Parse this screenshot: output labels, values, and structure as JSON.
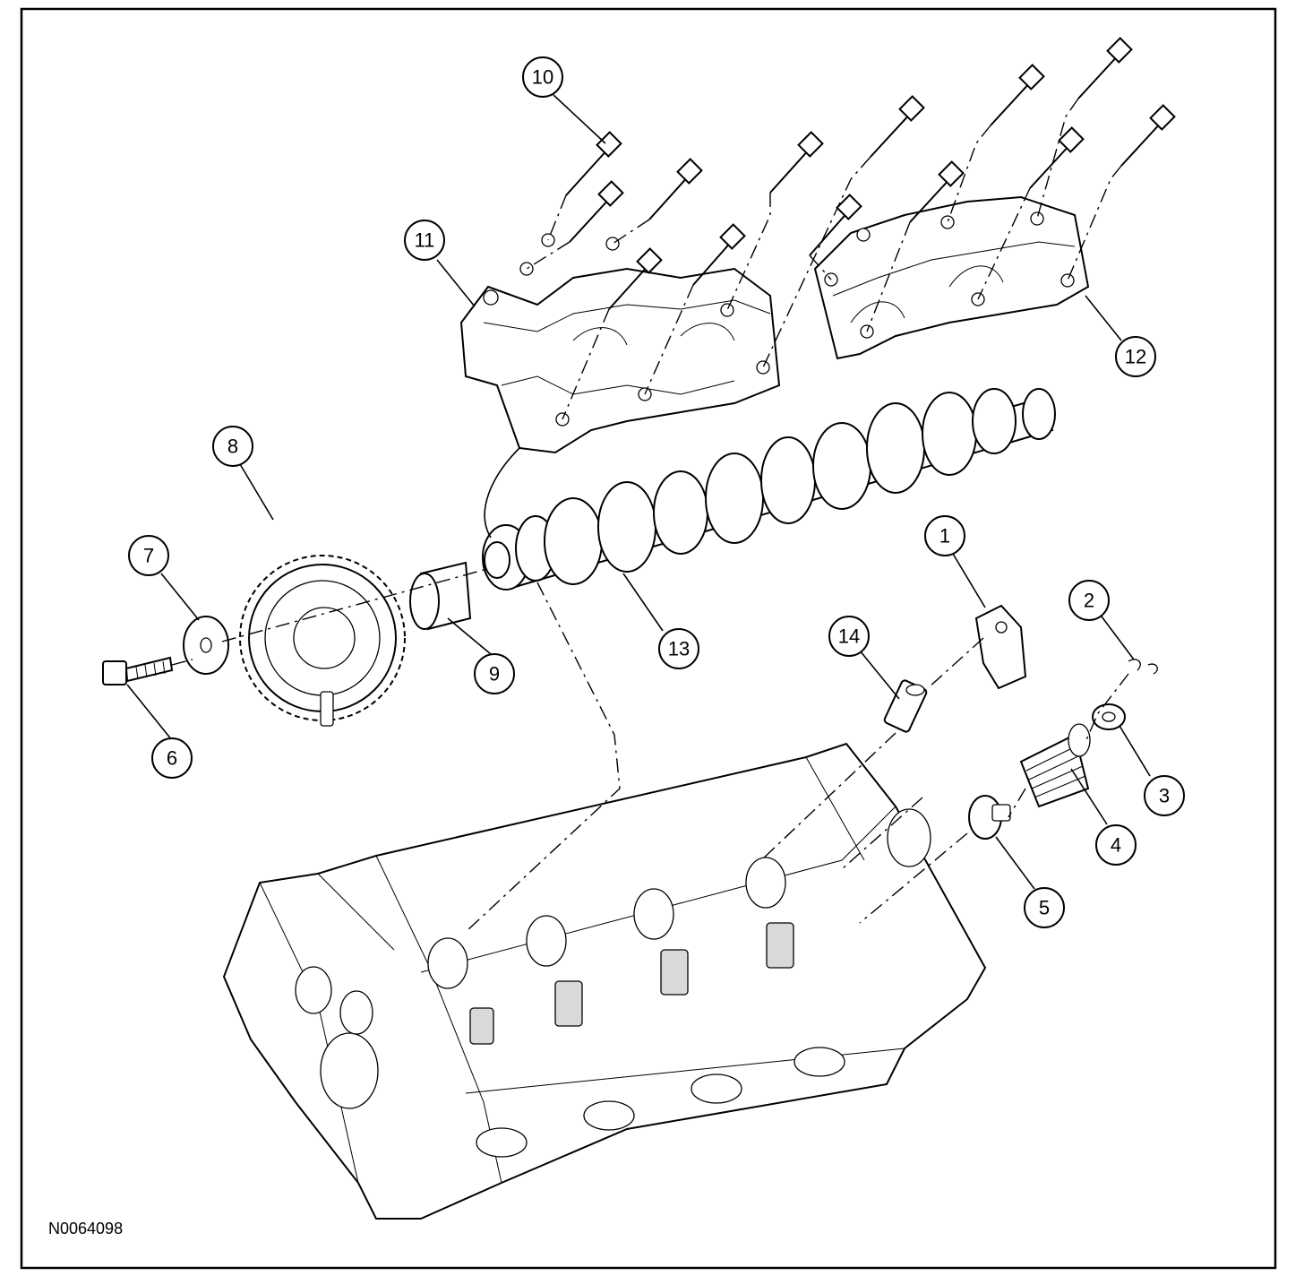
{
  "figure": {
    "id": "N0064098"
  },
  "callouts": [
    {
      "num": "1"
    },
    {
      "num": "2"
    },
    {
      "num": "3"
    },
    {
      "num": "4"
    },
    {
      "num": "5"
    },
    {
      "num": "6"
    },
    {
      "num": "7"
    },
    {
      "num": "8"
    },
    {
      "num": "9"
    },
    {
      "num": "10"
    },
    {
      "num": "11"
    },
    {
      "num": "12"
    },
    {
      "num": "13"
    },
    {
      "num": "14"
    }
  ]
}
